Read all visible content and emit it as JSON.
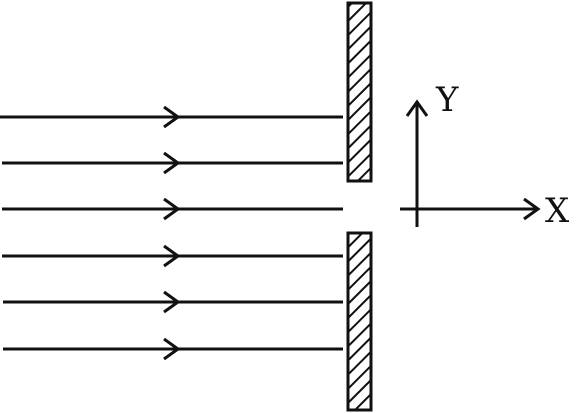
{
  "diagram": {
    "beam": {
      "ray_count": 6,
      "has_arrowheads": true,
      "ray_through_slit_index": 2
    },
    "barrier": {
      "pattern": "hatched",
      "pieces": [
        "upper-plate",
        "lower-plate"
      ],
      "gap": "slit"
    },
    "axes": {
      "x_label": "X",
      "y_label": "Y"
    },
    "colors": {
      "stroke": "#111111",
      "background": "#ffffff"
    }
  }
}
